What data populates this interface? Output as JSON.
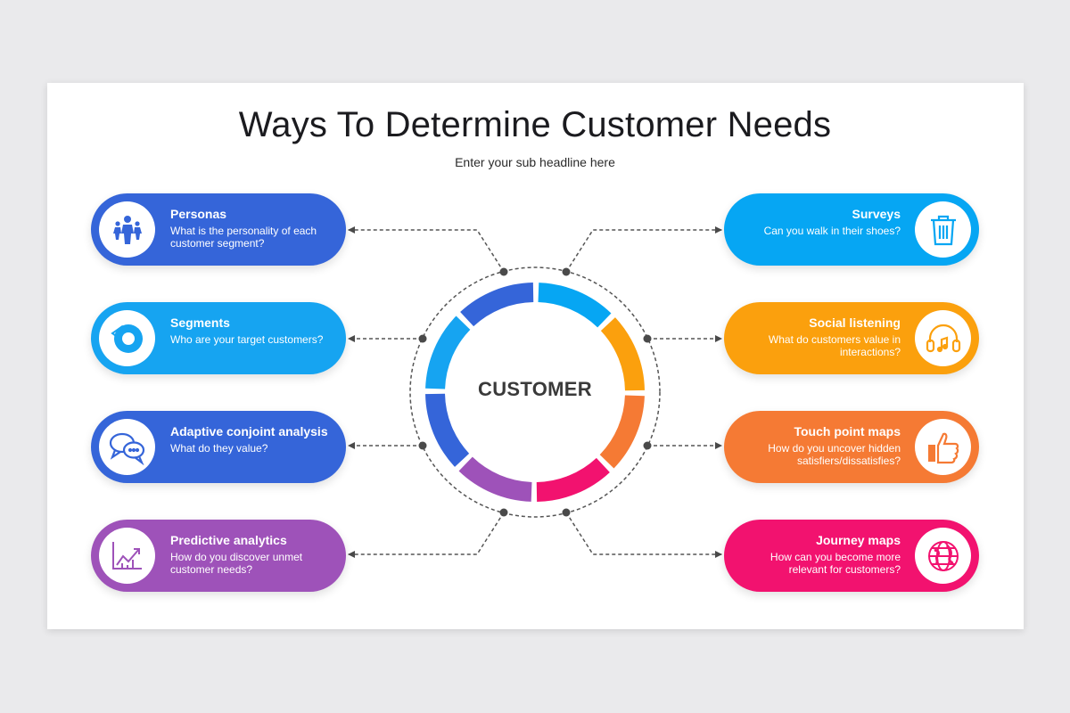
{
  "title": "Ways To Determine Customer Needs",
  "subtitle": "Enter your sub headline here",
  "center_label": "CUSTOMER",
  "items": [
    {
      "key": "personas",
      "title": "Personas",
      "desc": "What is the personality of each customer segment?",
      "color": "#3565d9",
      "icon": "people-icon"
    },
    {
      "key": "segments",
      "title": "Segments",
      "desc": "Who are your target customers?",
      "color": "#16a4f1",
      "icon": "pie-chart-icon"
    },
    {
      "key": "adaptive",
      "title": "Adaptive conjoint analysis",
      "desc": "What do they value?",
      "color": "#3565d9",
      "icon": "chat-bubbles-icon"
    },
    {
      "key": "predictive",
      "title": "Predictive analytics",
      "desc": "How do you discover unmet customer needs?",
      "color": "#9e52b9",
      "icon": "growth-chart-icon"
    },
    {
      "key": "surveys",
      "title": "Surveys",
      "desc": "Can you walk in their shoes?",
      "color": "#06a6f3",
      "icon": "trash-bin-icon"
    },
    {
      "key": "social",
      "title": "Social listening",
      "desc": "What do customers value in interactions?",
      "color": "#fba00d",
      "icon": "headphones-icon"
    },
    {
      "key": "touch",
      "title": "Touch point maps",
      "desc": "How do you uncover hidden satisfiers/dissatisfies?",
      "color": "#f57a34",
      "icon": "thumbs-up-icon"
    },
    {
      "key": "journey",
      "title": "Journey maps",
      "desc": "How can you become more relevant for customers?",
      "color": "#f2126f",
      "icon": "globe-icon"
    }
  ],
  "ring_colors": [
    "#06a6f3",
    "#fba00d",
    "#f57a34",
    "#f2126f",
    "#9e52b9",
    "#3565d9",
    "#16a4f1",
    "#3565d9"
  ]
}
